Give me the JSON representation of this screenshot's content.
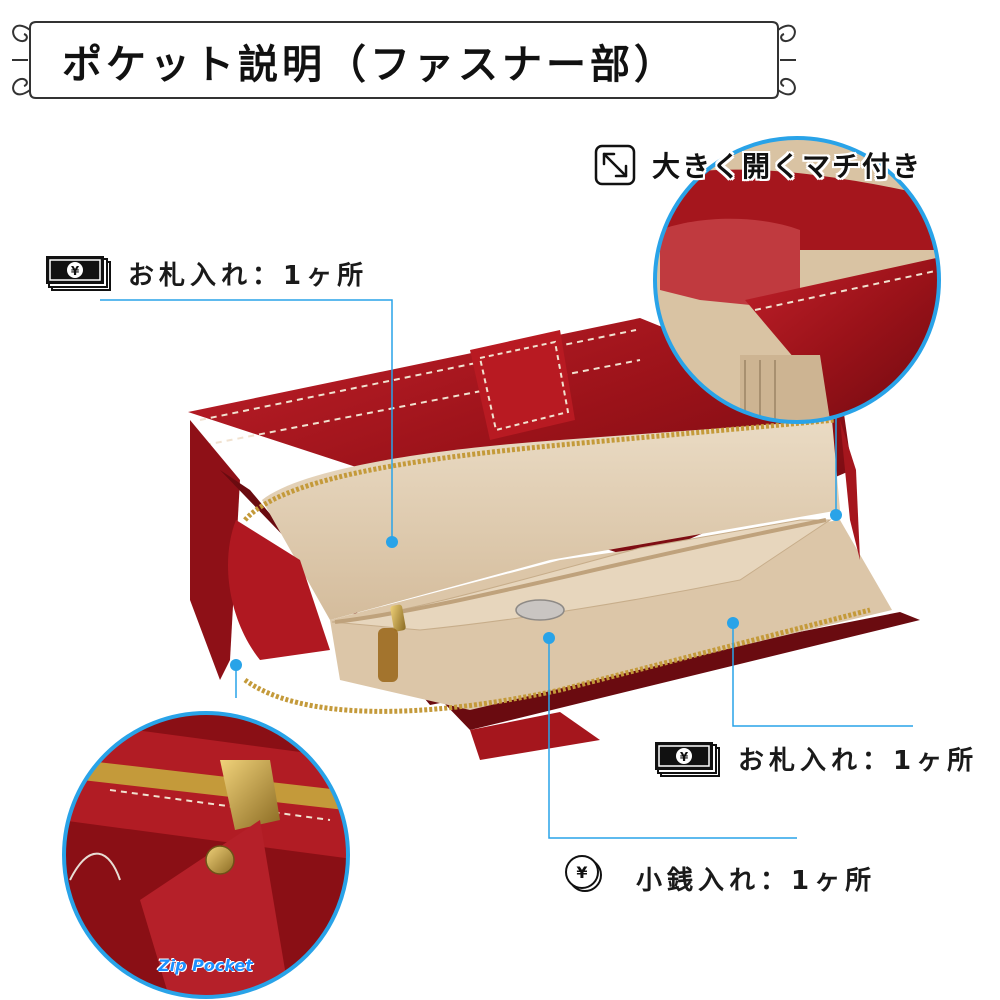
{
  "title": "ポケット説明（ファスナー部）",
  "labels": {
    "gusset": "大きく開くマチ付き",
    "bill_upper": "お札入れ：1ヶ所",
    "bill_lower": "お札入れ：1ヶ所",
    "coin": "小銭入れ：1ヶ所",
    "zip_pocket": "Zip Pocket"
  },
  "icons": {
    "expand": "expand-arrows-icon",
    "bill": "banknote-stack-icon",
    "coin": "yen-coin-icon"
  },
  "colors": {
    "leather": "#a5161d",
    "lining": "#e2cdb2",
    "callout_line": "#29a3e8",
    "zip_text": "#1e90ff",
    "frame": "#333333"
  }
}
